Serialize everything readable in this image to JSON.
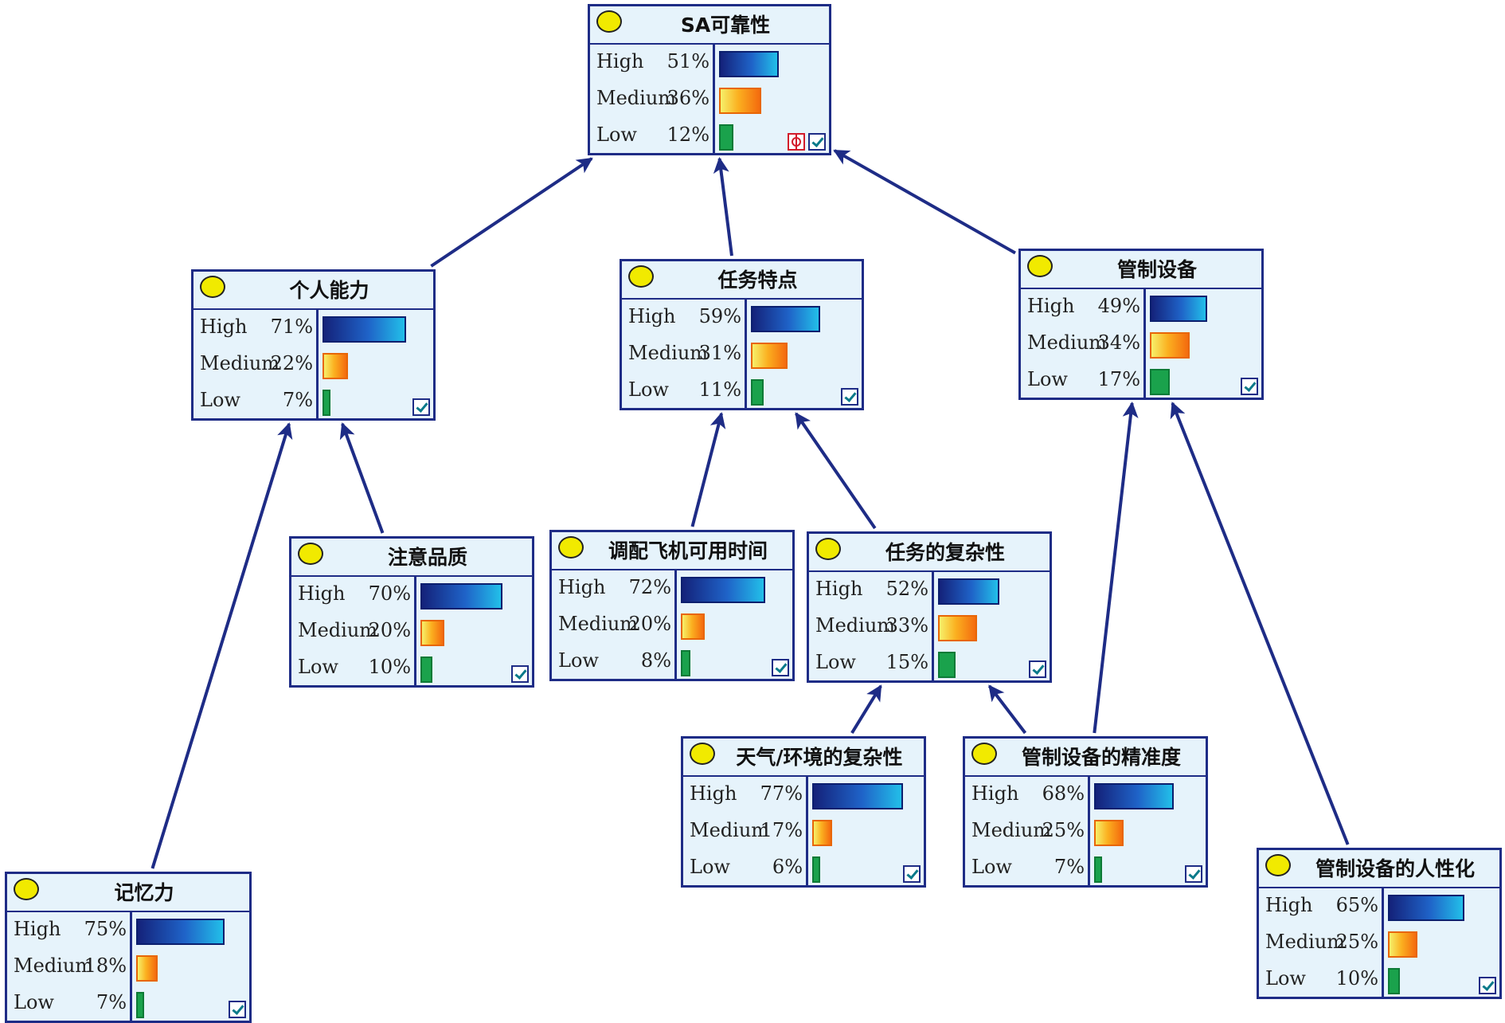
{
  "colors": {
    "border": "#1e2c86",
    "arrow": "#1e2c86",
    "header_dot": "#f1ea00",
    "node_bg": "#e6f3fb"
  },
  "nodes": [
    {
      "id": "sa_reliability",
      "title": "SA可靠性",
      "states": [
        {
          "label": "High",
          "pct": "51%",
          "value": 51
        },
        {
          "label": "Medium",
          "pct": "36%",
          "value": 36
        },
        {
          "label": "Low",
          "pct": "12%",
          "value": 12
        }
      ],
      "target": true
    },
    {
      "id": "personal_ability",
      "title": "个人能力",
      "states": [
        {
          "label": "High",
          "pct": "71%",
          "value": 71
        },
        {
          "label": "Medium",
          "pct": "22%",
          "value": 22
        },
        {
          "label": "Low",
          "pct": "7%",
          "value": 7
        }
      ]
    },
    {
      "id": "task_features",
      "title": "任务特点",
      "states": [
        {
          "label": "High",
          "pct": "59%",
          "value": 59
        },
        {
          "label": "Medium",
          "pct": "31%",
          "value": 31
        },
        {
          "label": "Low",
          "pct": "11%",
          "value": 11
        }
      ]
    },
    {
      "id": "control_equipment",
      "title": "管制设备",
      "states": [
        {
          "label": "High",
          "pct": "49%",
          "value": 49
        },
        {
          "label": "Medium",
          "pct": "34%",
          "value": 34
        },
        {
          "label": "Low",
          "pct": "17%",
          "value": 17
        }
      ]
    },
    {
      "id": "attention_quality",
      "title": "注意品质",
      "states": [
        {
          "label": "High",
          "pct": "70%",
          "value": 70
        },
        {
          "label": "Medium",
          "pct": "20%",
          "value": 20
        },
        {
          "label": "Low",
          "pct": "10%",
          "value": 10
        }
      ]
    },
    {
      "id": "dispatch_time",
      "title": "调配飞机可用时间",
      "states": [
        {
          "label": "High",
          "pct": "72%",
          "value": 72
        },
        {
          "label": "Medium",
          "pct": "20%",
          "value": 20
        },
        {
          "label": "Low",
          "pct": "8%",
          "value": 8
        }
      ]
    },
    {
      "id": "task_complexity",
      "title": "任务的复杂性",
      "states": [
        {
          "label": "High",
          "pct": "52%",
          "value": 52
        },
        {
          "label": "Medium",
          "pct": "33%",
          "value": 33
        },
        {
          "label": "Low",
          "pct": "15%",
          "value": 15
        }
      ]
    },
    {
      "id": "weather_complexity",
      "title": "天气/环境的复杂性",
      "states": [
        {
          "label": "High",
          "pct": "77%",
          "value": 77
        },
        {
          "label": "Medium",
          "pct": "17%",
          "value": 17
        },
        {
          "label": "Low",
          "pct": "6%",
          "value": 6
        }
      ]
    },
    {
      "id": "equipment_precision",
      "title": "管制设备的精准度",
      "states": [
        {
          "label": "High",
          "pct": "68%",
          "value": 68
        },
        {
          "label": "Medium",
          "pct": "25%",
          "value": 25
        },
        {
          "label": "Low",
          "pct": "7%",
          "value": 7
        }
      ]
    },
    {
      "id": "memory",
      "title": "记忆力",
      "states": [
        {
          "label": "High",
          "pct": "75%",
          "value": 75
        },
        {
          "label": "Medium",
          "pct": "18%",
          "value": 18
        },
        {
          "label": "Low",
          "pct": "7%",
          "value": 7
        }
      ]
    },
    {
      "id": "equipment_usability",
      "title": "管制设备的人性化",
      "states": [
        {
          "label": "High",
          "pct": "65%",
          "value": 65
        },
        {
          "label": "Medium",
          "pct": "25%",
          "value": 25
        },
        {
          "label": "Low",
          "pct": "10%",
          "value": 10
        }
      ]
    }
  ],
  "edges": [
    {
      "from": "personal_ability",
      "to": "sa_reliability"
    },
    {
      "from": "task_features",
      "to": "sa_reliability"
    },
    {
      "from": "control_equipment",
      "to": "sa_reliability"
    },
    {
      "from": "memory",
      "to": "personal_ability"
    },
    {
      "from": "attention_quality",
      "to": "personal_ability"
    },
    {
      "from": "dispatch_time",
      "to": "task_features"
    },
    {
      "from": "task_complexity",
      "to": "task_features"
    },
    {
      "from": "weather_complexity",
      "to": "task_complexity"
    },
    {
      "from": "equipment_precision",
      "to": "task_complexity"
    },
    {
      "from": "equipment_precision",
      "to": "control_equipment"
    },
    {
      "from": "equipment_usability",
      "to": "control_equipment"
    }
  ]
}
